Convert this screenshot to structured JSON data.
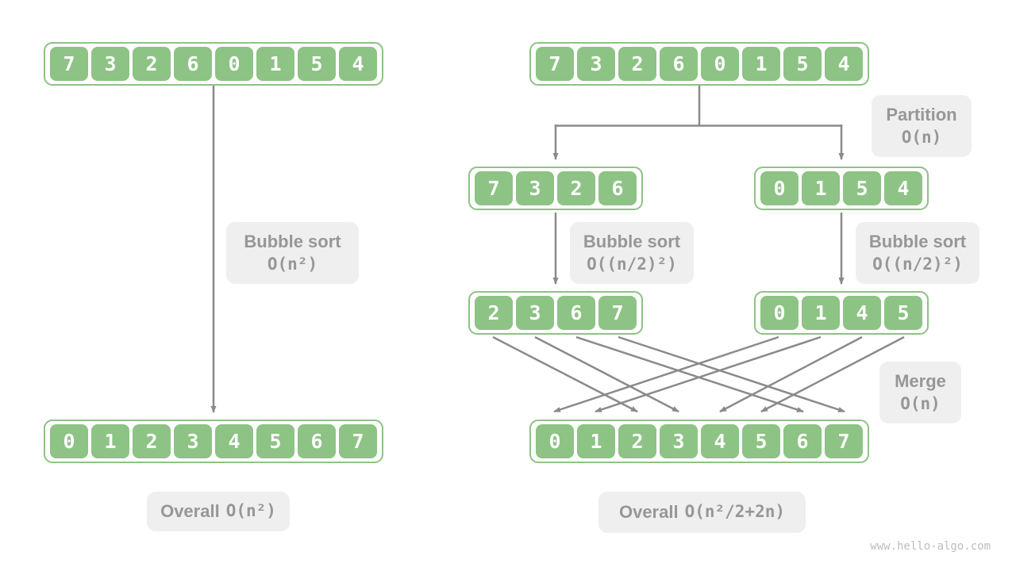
{
  "colors": {
    "cell_green": "#8dc384",
    "label_bg": "#efefef",
    "label_text": "#979797",
    "arrow_gray": "#8a8a8a",
    "watermark_gray": "#bdbdbd"
  },
  "watermark": "www.hello-algo.com",
  "left_panel": {
    "top_array": [
      "7",
      "3",
      "2",
      "6",
      "0",
      "1",
      "5",
      "4"
    ],
    "bottom_array": [
      "0",
      "1",
      "2",
      "3",
      "4",
      "5",
      "6",
      "7"
    ],
    "bubble_label": {
      "title": "Bubble sort",
      "complexity": "O(n²)"
    },
    "overall_label": {
      "title": "Overall",
      "complexity": "O(n²)"
    }
  },
  "right_panel": {
    "top_array": [
      "7",
      "3",
      "2",
      "6",
      "0",
      "1",
      "5",
      "4"
    ],
    "partition_label": {
      "title": "Partition",
      "complexity": "O(n)"
    },
    "sub_left_array": [
      "7",
      "3",
      "2",
      "6"
    ],
    "sub_right_array": [
      "0",
      "1",
      "5",
      "4"
    ],
    "bubble_left_label": {
      "title": "Bubble sort",
      "complexity": "O((n/2)²)"
    },
    "bubble_right_label": {
      "title": "Bubble sort",
      "complexity": "O((n/2)²)"
    },
    "sorted_left_array": [
      "2",
      "3",
      "6",
      "7"
    ],
    "sorted_right_array": [
      "0",
      "1",
      "4",
      "5"
    ],
    "merge_label": {
      "title": "Merge",
      "complexity": "O(n)"
    },
    "final_array": [
      "0",
      "1",
      "2",
      "3",
      "4",
      "5",
      "6",
      "7"
    ],
    "overall_label": {
      "title": "Overall",
      "complexity": "O(n²/2+2n)"
    }
  }
}
